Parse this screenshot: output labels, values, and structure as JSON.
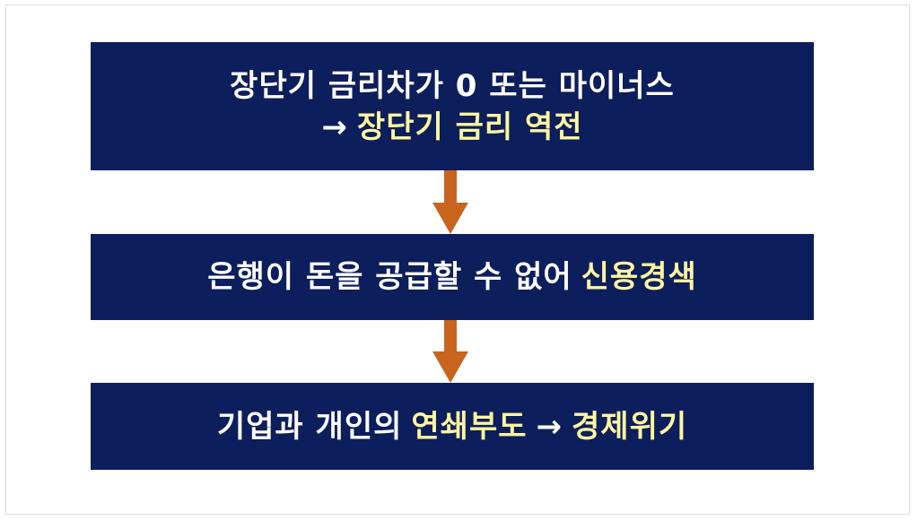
{
  "steps": [
    {
      "line1": "장단기 금리차가 0 또는 마이너스",
      "line2_arrow": "→",
      "line2_highlight": "장단기 금리 역전"
    },
    {
      "text": "은행이 돈을 공급할 수 없어",
      "highlight": "신용경색"
    },
    {
      "text": "기업과 개인의",
      "highlight1": "연쇄부도",
      "arrow": "→",
      "highlight2": "경제위기"
    }
  ],
  "colors": {
    "box_background": "#0d1e5c",
    "text": "#ffffff",
    "highlight": "#fff7a0",
    "arrow": "#c8641e"
  },
  "icons": {
    "connector": "arrow-down-icon"
  }
}
